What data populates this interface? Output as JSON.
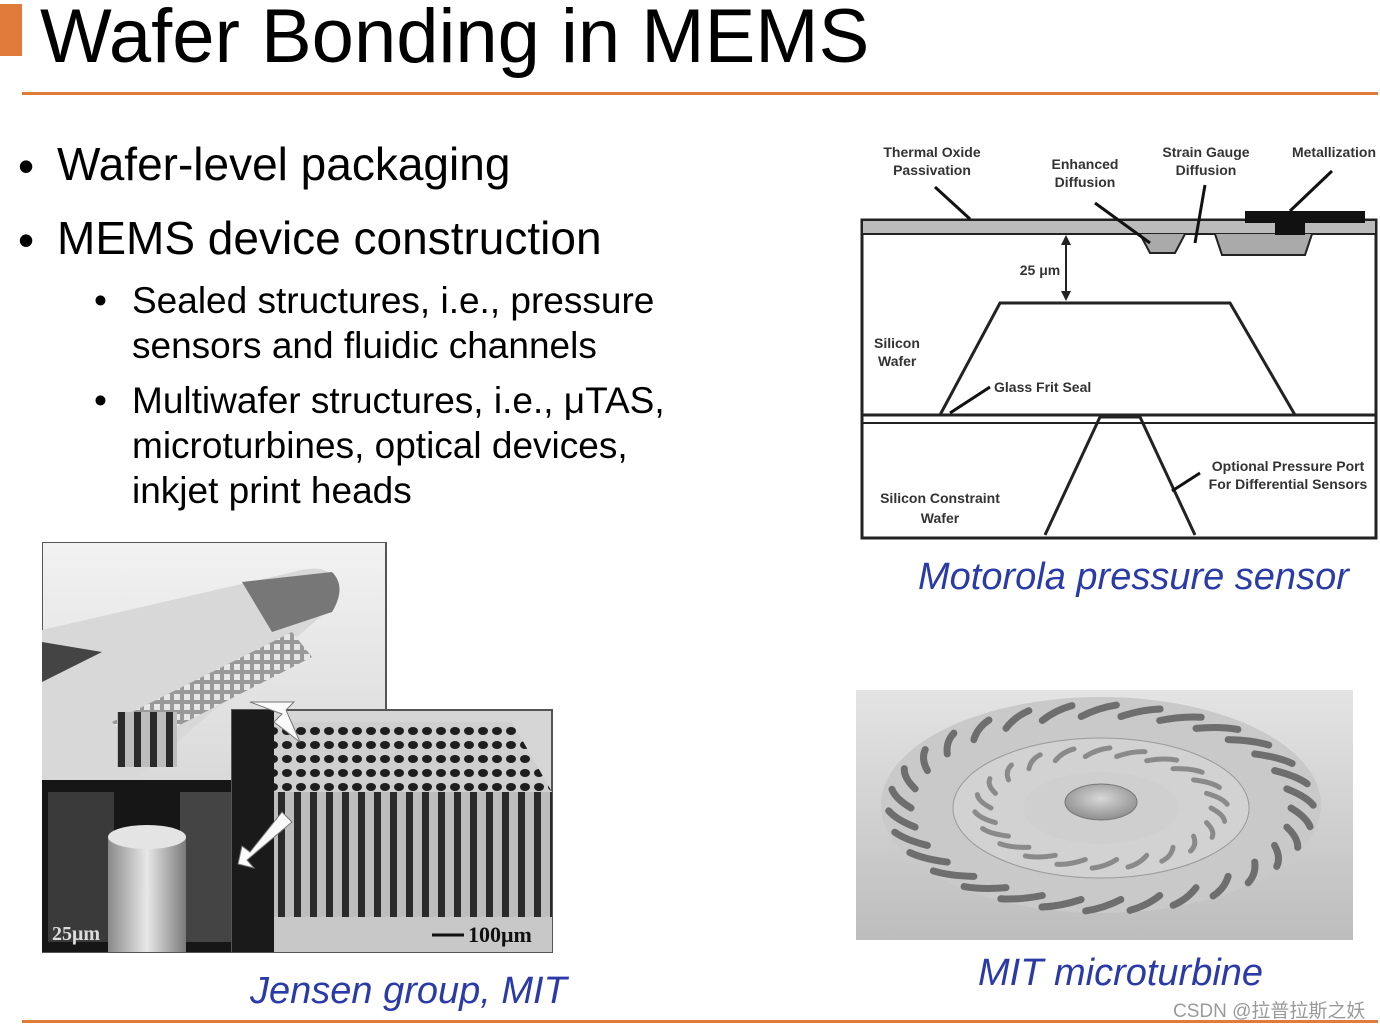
{
  "slide": {
    "title": "Wafer Bonding in MEMS",
    "bullets": [
      {
        "text": "Wafer-level packaging"
      },
      {
        "text": "MEMS device construction",
        "children": [
          {
            "lines": [
              "Sealed structures, i.e., pressure",
              "sensors and fluidic channels"
            ]
          },
          {
            "lines": [
              "Multiwafer structures, i.e., μTAS,",
              "microturbines, optical devices,",
              "inkjet print heads"
            ]
          }
        ]
      }
    ],
    "bullet_glyph": "•"
  },
  "figures": {
    "pressure_sensor": {
      "caption": "Motorola pressure sensor",
      "labels": {
        "thermal_oxide": [
          "Thermal Oxide",
          "Passivation"
        ],
        "enhanced_diffusion": [
          "Enhanced",
          "Diffusion"
        ],
        "strain_gauge": [
          "Strain Gauge",
          "Diffusion"
        ],
        "metallization": "Metallization",
        "gap": "25 μm",
        "silicon_wafer": [
          "Silicon",
          "Wafer"
        ],
        "glass_frit": "Glass Frit Seal",
        "pressure_port": [
          "Optional Pressure Port",
          "For Differential Sensors"
        ],
        "constraint_wafer": [
          "Silicon Constraint",
          "Wafer"
        ]
      }
    },
    "microchannel": {
      "caption": "Jensen group, MIT",
      "scale_small": "25μm",
      "scale_large": "100μm"
    },
    "turbine": {
      "caption": "MIT microturbine"
    }
  },
  "watermark": "CSDN @拉普拉斯之妖",
  "colors": {
    "accent": "#e07b39",
    "caption": "#2a3ba8"
  }
}
